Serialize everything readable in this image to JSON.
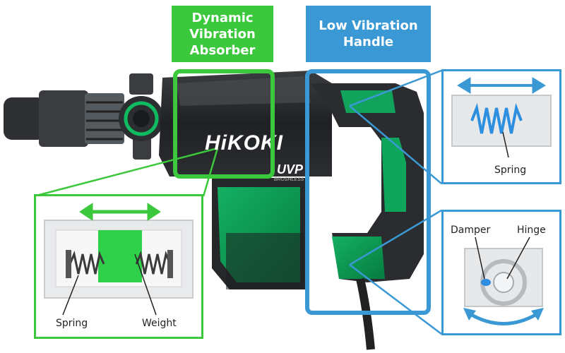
{
  "labels": {
    "dynamic_vibration_absorber": "Dynamic\nVibration\nAbsorber",
    "low_vibration_handle": "Low Vibration\nHandle"
  },
  "tool": {
    "brand_text": "HiKOKI",
    "badge_text": "UVP",
    "badge_sub": "BRUSHLESS"
  },
  "inset_green": {
    "spring_label": "Spring",
    "weight_label": "Weight"
  },
  "inset_blue_top": {
    "spring_label": "Spring"
  },
  "inset_blue_bottom": {
    "damper_label": "Damper",
    "hinge_label": "Hinge"
  },
  "colors": {
    "green": "#3cc83c",
    "blue": "#3a99d4",
    "tool_body": "#2b2d30",
    "tool_accent": "#0a9a52"
  }
}
